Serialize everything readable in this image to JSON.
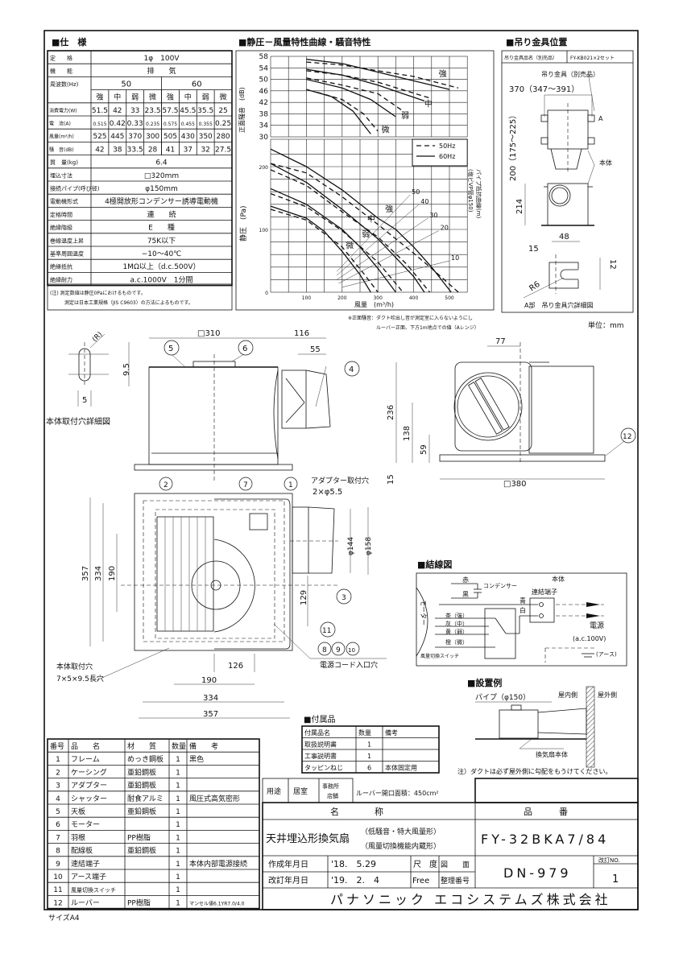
{
  "spec": {
    "title": "■仕　様",
    "rows_merged_top": [
      {
        "label": "定　　格",
        "value": "1φ　100V"
      },
      {
        "label": "機　　能",
        "value": "排　　気"
      }
    ],
    "freq_label": "周波数(Hz)",
    "freq_values": [
      "50",
      "60"
    ],
    "notch_labels": [
      "強",
      "中",
      "弱",
      "微",
      "強",
      "中",
      "弱",
      "微"
    ],
    "numeric_rows": [
      {
        "label": "消費電力(W)",
        "values": [
          "51.5",
          "42",
          "33",
          "23.5",
          "57.5",
          "45.5",
          "35.5",
          "25"
        ]
      },
      {
        "label": "電　流(A)",
        "values": [
          "0.515",
          "0.42",
          "0.33",
          "0.235",
          "0.575",
          "0.455",
          "0.355",
          "0.25"
        ]
      },
      {
        "label": "風量(m³/h)",
        "values": [
          "525",
          "445",
          "370",
          "300",
          "505",
          "430",
          "350",
          "280"
        ]
      },
      {
        "label": "騒　音(dB)",
        "values": [
          "42",
          "38",
          "33.5",
          "28",
          "41",
          "37",
          "32",
          "27.5"
        ]
      }
    ],
    "rows_merged_bottom": [
      {
        "label": "質　量(kg)",
        "value": "6.4"
      },
      {
        "label": "埋込寸法",
        "value": "□320mm"
      },
      {
        "label": "接続パイプ(呼び径)",
        "value": "φ150mm"
      },
      {
        "label": "電動機形式",
        "value": "4極開放形コンデンサー誘導電動機"
      },
      {
        "label": "定格時間",
        "value": "連　　続"
      },
      {
        "label": "絶縁階級",
        "value": "E　　種"
      },
      {
        "label": "巻線温度上昇",
        "value": "75K以下"
      },
      {
        "label": "基準周囲温度",
        "value": "−10〜40℃"
      },
      {
        "label": "絶縁抵抗",
        "value": "1MΩ以上（d.c.500V）"
      },
      {
        "label": "絶縁耐力",
        "value": "a.c.1000V　1分間"
      }
    ],
    "note_line1": "(注) 測定数値は静圧0Paにおけるものです。",
    "note_line2": "測定は日本工業規格（JIS C9603）の方法によるものです。"
  },
  "chart_section": {
    "title": "■静圧－風量特性曲線・騒音特性",
    "footnote_line1": "※正面騒音：ダクト吹出し音が測定室に入らないようにし",
    "footnote_line2": "ルーバー正面、下方1m地点での値（Aレンジ）"
  },
  "chart_data": [
    {
      "type": "line",
      "title": "騒音特性",
      "ylabel": "正面騒音　(dB)",
      "ylim": [
        30,
        58
      ],
      "xlim": [
        0,
        550
      ],
      "yticks": [
        "58",
        "54",
        "50",
        "46",
        "42",
        "38",
        "34",
        "30"
      ],
      "grid": true,
      "series": [
        {
          "name": "強 60Hz",
          "label": "強",
          "style": "solid",
          "points": [
            [
              100,
              57
            ],
            [
              200,
              55.5
            ],
            [
              300,
              52.5
            ],
            [
              400,
              49.5
            ],
            [
              500,
              46.5
            ]
          ]
        },
        {
          "name": "強 50Hz",
          "style": "dashed",
          "points": [
            [
              100,
              56
            ],
            [
              200,
              55
            ],
            [
              300,
              53
            ],
            [
              400,
              51
            ],
            [
              525,
              47
            ]
          ]
        },
        {
          "name": "中 60Hz",
          "label": "中",
          "style": "solid",
          "points": [
            [
              100,
              53.5
            ],
            [
              200,
              51.5
            ],
            [
              300,
              48
            ],
            [
              430,
              42.5
            ]
          ]
        },
        {
          "name": "中 50Hz",
          "style": "dashed",
          "points": [
            [
              100,
              53
            ],
            [
              200,
              51.5
            ],
            [
              300,
              49
            ],
            [
              445,
              43.5
            ]
          ]
        },
        {
          "name": "弱 60Hz",
          "label": "弱",
          "style": "solid",
          "points": [
            [
              100,
              50
            ],
            [
              200,
              47
            ],
            [
              280,
              43
            ],
            [
              350,
              37
            ]
          ]
        },
        {
          "name": "弱 50Hz",
          "style": "dashed",
          "points": [
            [
              100,
              50.5
            ],
            [
              200,
              48
            ],
            [
              300,
              45
            ],
            [
              370,
              39
            ]
          ]
        },
        {
          "name": "微 60Hz",
          "label": "微",
          "style": "solid",
          "points": [
            [
              100,
              46.5
            ],
            [
              170,
              44
            ],
            [
              230,
              39
            ],
            [
              280,
              31
            ]
          ]
        },
        {
          "name": "微 50Hz",
          "style": "dashed",
          "points": [
            [
              130,
              45.5
            ],
            [
              200,
              43
            ],
            [
              260,
              38
            ],
            [
              300,
              32
            ]
          ]
        }
      ],
      "curve_labels": [
        {
          "text": "強",
          "at": [
            470,
            51
          ]
        },
        {
          "text": "中",
          "at": [
            430,
            40.5
          ]
        },
        {
          "text": "弱",
          "at": [
            365,
            36.5
          ]
        },
        {
          "text": "微",
          "at": [
            310,
            31.5
          ]
        }
      ]
    },
    {
      "type": "line",
      "title": "静圧－風量特性曲線",
      "xlabel": "風量　(m³/h)",
      "ylabel": "静圧　(Pa)",
      "y2label": "パイプ抵抗曲線(m)",
      "y2label_sub": "(塩ビVP管φ150)",
      "xlim": [
        0,
        550
      ],
      "ylim": [
        0,
        240
      ],
      "xticks": [
        "100",
        "200",
        "300",
        "400",
        "500"
      ],
      "yticks": [
        "0",
        "100",
        "200"
      ],
      "legend": {
        "position": "top-right",
        "entries": [
          {
            "label": "50Hz",
            "style": "dashed"
          },
          {
            "label": "60Hz",
            "style": "solid"
          }
        ]
      },
      "grid": true,
      "series": [
        {
          "name": "強 60Hz",
          "style": "solid",
          "points": [
            [
              0,
              228
            ],
            [
              100,
              200
            ],
            [
              200,
              163
            ],
            [
              300,
              118
            ],
            [
              350,
              100
            ],
            [
              400,
              72
            ],
            [
              450,
              40
            ],
            [
              505,
              0
            ]
          ]
        },
        {
          "name": "強 50Hz",
          "style": "dashed",
          "points": [
            [
              0,
              205
            ],
            [
              100,
              190
            ],
            [
              200,
              152
            ],
            [
              300,
              108
            ],
            [
              400,
              62
            ],
            [
              450,
              38
            ],
            [
              525,
              0
            ]
          ]
        },
        {
          "name": "中 60Hz",
          "style": "solid",
          "points": [
            [
              0,
              205
            ],
            [
              100,
              175
            ],
            [
              200,
              132
            ],
            [
              300,
              85
            ],
            [
              350,
              55
            ],
            [
              400,
              25
            ],
            [
              430,
              0
            ]
          ]
        },
        {
          "name": "中 50Hz",
          "style": "dashed",
          "points": [
            [
              0,
              195
            ],
            [
              100,
              170
            ],
            [
              200,
              128
            ],
            [
              300,
              88
            ],
            [
              380,
              45
            ],
            [
              445,
              0
            ]
          ]
        },
        {
          "name": "弱 60Hz",
          "style": "solid",
          "points": [
            [
              0,
              165
            ],
            [
              100,
              140
            ],
            [
              200,
              100
            ],
            [
              250,
              72
            ],
            [
              300,
              38
            ],
            [
              350,
              0
            ]
          ]
        },
        {
          "name": "弱 50Hz",
          "style": "dashed",
          "points": [
            [
              0,
              157
            ],
            [
              100,
              136
            ],
            [
              200,
              98
            ],
            [
              300,
              48
            ],
            [
              370,
              0
            ]
          ]
        },
        {
          "name": "微 60Hz",
          "style": "solid",
          "points": [
            [
              0,
              137
            ],
            [
              100,
              118
            ],
            [
              150,
              97
            ],
            [
              200,
              65
            ],
            [
              250,
              28
            ],
            [
              280,
              0
            ]
          ]
        },
        {
          "name": "微 50Hz",
          "style": "dashed",
          "points": [
            [
              0,
              132
            ],
            [
              100,
              115
            ],
            [
              200,
              72
            ],
            [
              260,
              30
            ],
            [
              300,
              0
            ]
          ]
        }
      ],
      "curve_labels": [
        {
          "text": "強",
          "at": [
            320,
            128
          ]
        },
        {
          "text": "中",
          "at": [
            270,
            112
          ]
        },
        {
          "text": "弱",
          "at": [
            255,
            88
          ]
        },
        {
          "text": "微",
          "at": [
            210,
            70
          ]
        }
      ],
      "pipe_resistance": [
        {
          "label": "50",
          "points": [
            [
              185,
              33
            ],
            [
              390,
              155
            ]
          ]
        },
        {
          "label": "40",
          "points": [
            [
              185,
              27
            ],
            [
              415,
              140
            ]
          ]
        },
        {
          "label": "30",
          "points": [
            [
              185,
              20
            ],
            [
              440,
              118
            ]
          ]
        },
        {
          "label": "20",
          "points": [
            [
              190,
              14
            ],
            [
              470,
              98
            ]
          ]
        },
        {
          "label": "10",
          "points": [
            [
              200,
              8
            ],
            [
              500,
              50
            ]
          ]
        }
      ]
    }
  ],
  "hanger": {
    "title": "■吊り金具位置",
    "name_label": "吊り金具品名（別売品）",
    "name_value": "FY-KB021×2セット",
    "bracket_label": "吊り金具（別売品）",
    "width_dim": "370（347〜391）",
    "height_dim": "200（175〜225）",
    "detail_mark": "A",
    "body_label": "本体",
    "dim_214": "214",
    "dim_48": "48",
    "dim_15": "15",
    "dim_12": "12",
    "radius": "R6",
    "detail_title": "A部　吊り金具穴詳細図"
  },
  "unit": "単位：mm",
  "side_view": {
    "dim_top": "□310",
    "dim_116": "116",
    "dim_55": "55",
    "balloons": [
      "5",
      "6",
      "4"
    ]
  },
  "hole_detail": {
    "radius": "(R)",
    "dim_h": "9.5",
    "dim_w": "5",
    "title": "本体取付穴詳細図"
  },
  "front_view": {
    "dim_77": "77",
    "dim_236": "236",
    "dim_138": "138",
    "dim_59": "59",
    "dim_15": "15",
    "dim_380": "□380",
    "balloon": "12"
  },
  "plan_view": {
    "balloons": [
      "2",
      "7",
      "1",
      "3",
      "11",
      "8",
      "9",
      "10"
    ],
    "adapter_hole_label": "アダプター取付穴",
    "adapter_hole_spec": "2×φ5.5",
    "dim_144": "φ144",
    "dim_158": "φ158",
    "dim_357v": "357",
    "dim_334v": "334",
    "dim_190v": "190",
    "dim_129": "129",
    "dim_126": "126",
    "dim_190h": "190",
    "dim_334h": "334",
    "dim_357h": "357",
    "cord_hole": "電源コード入口穴",
    "mount_hole_label": "本体取付穴",
    "mount_hole_spec": "7×5×9.5長穴"
  },
  "wiring": {
    "title": "■結線図",
    "red": "赤",
    "black": "黒",
    "capacitor": "コンデンサー",
    "body": "本体",
    "terminal": "連結端子",
    "blue": "青",
    "white": "白",
    "motor": "モーター",
    "brown": "茶（強）",
    "gray": "灰（中）",
    "yellow": "黄（弱）",
    "orange": "橙（微）",
    "switch": "風量切換スイッチ",
    "power": "電源",
    "power_spec": "(a.c.100V)",
    "earth": "(アース)"
  },
  "install": {
    "title": "■設置例",
    "pipe": "パイプ（φ150）",
    "indoor": "屋内側",
    "outdoor": "屋外側",
    "body": "換気扇本体",
    "note": "注）ダクトは必ず屋外側に勾配をもうけてください。"
  },
  "parts": {
    "headers": [
      "番号",
      "品　　名",
      "材　　質",
      "数量",
      "備　　考"
    ],
    "rows": [
      [
        "1",
        "フレーム",
        "めっき鋼板",
        "1",
        "黒色"
      ],
      [
        "2",
        "ケーシング",
        "亜鉛鋼板",
        "1",
        ""
      ],
      [
        "3",
        "アダプター",
        "亜鉛鋼板",
        "1",
        ""
      ],
      [
        "4",
        "シャッター",
        "耐食アルミ",
        "1",
        "風圧式高気密形"
      ],
      [
        "5",
        "天板",
        "亜鉛鋼板",
        "1",
        ""
      ],
      [
        "6",
        "モーター",
        "",
        "1",
        ""
      ],
      [
        "7",
        "羽根",
        "PP樹脂",
        "1",
        ""
      ],
      [
        "8",
        "配線板",
        "亜鉛鋼板",
        "1",
        ""
      ],
      [
        "9",
        "速結端子",
        "",
        "1",
        "本体内部電源接続"
      ],
      [
        "10",
        "アース端子",
        "",
        "1",
        ""
      ],
      [
        "11",
        "風量切換スイッチ",
        "",
        "1",
        ""
      ],
      [
        "12",
        "ルーバー",
        "PP樹脂",
        "1",
        "マンセル値6.1YR7.0/4.0"
      ]
    ]
  },
  "accessories": {
    "title": "■付属品",
    "headers": [
      "付属品名",
      "数量",
      "備考"
    ],
    "rows": [
      [
        "取扱説明書",
        "1",
        ""
      ],
      [
        "工事説明書",
        "1",
        ""
      ],
      [
        "タッピンねじ",
        "6",
        "本体固定用"
      ]
    ]
  },
  "usage": {
    "label": "用途",
    "room": "居室",
    "office": "事務所",
    "shop": "店舗",
    "louver_area": "ルーバー開口面積：450cm²"
  },
  "title_block": {
    "name_header": "名　　　　称",
    "number_header": "品　　　番",
    "product_name": "天井埋込形換気扇",
    "product_sub1": "（低騒音・特大風量形）",
    "product_sub2": "（風量切換機能内蔵形）",
    "model": "FY-32BKA7/84",
    "created_label": "作成年月日",
    "created_date": "'18.　5.29",
    "revised_label": "改訂年月日",
    "revised_date": "'19.　2.　4",
    "scale_label": "尺　度",
    "scale_value": "Free",
    "drawing_label1": "図　　面",
    "drawing_label2": "整理番号",
    "drawing_number": "DN-979",
    "revision_label": "改訂NO.",
    "revision_value": "1",
    "company": "パナソニック エコシステムズ株式会社"
  },
  "paper_size": "サイズA4"
}
